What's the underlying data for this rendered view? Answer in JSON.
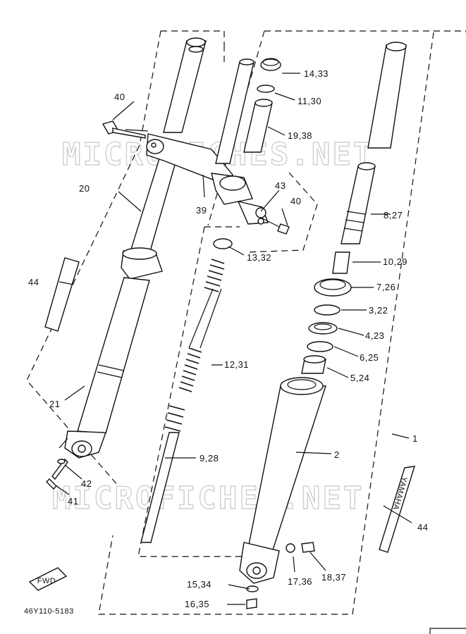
{
  "watermark": "MICROFICHES.NET",
  "diagram_code": "46Y110-5183",
  "fwd_badge": "FWD",
  "yamaha_decal": "YAMAHA",
  "callouts": {
    "c1": "1",
    "c2": "2",
    "c3_22": "3,22",
    "c4_23": "4,23",
    "c5_24": "5,24",
    "c6_25": "6,25",
    "c7_26": "7,26",
    "c8_27": "8,27",
    "c9_28": "9,28",
    "c10_29": "10,29",
    "c11_30": "11,30",
    "c12_31": "12,31",
    "c13_32": "13,32",
    "c14_33": "14,33",
    "c15_34": "15,34",
    "c16_35": "16,35",
    "c17_36": "17,36",
    "c18_37": "18,37",
    "c19_38": "19,38",
    "c20": "20",
    "c21": "21",
    "c39": "39",
    "c40a": "40",
    "c40b": "40",
    "c41": "41",
    "c42": "42",
    "c43": "43",
    "c44a": "44",
    "c44b": "44"
  }
}
